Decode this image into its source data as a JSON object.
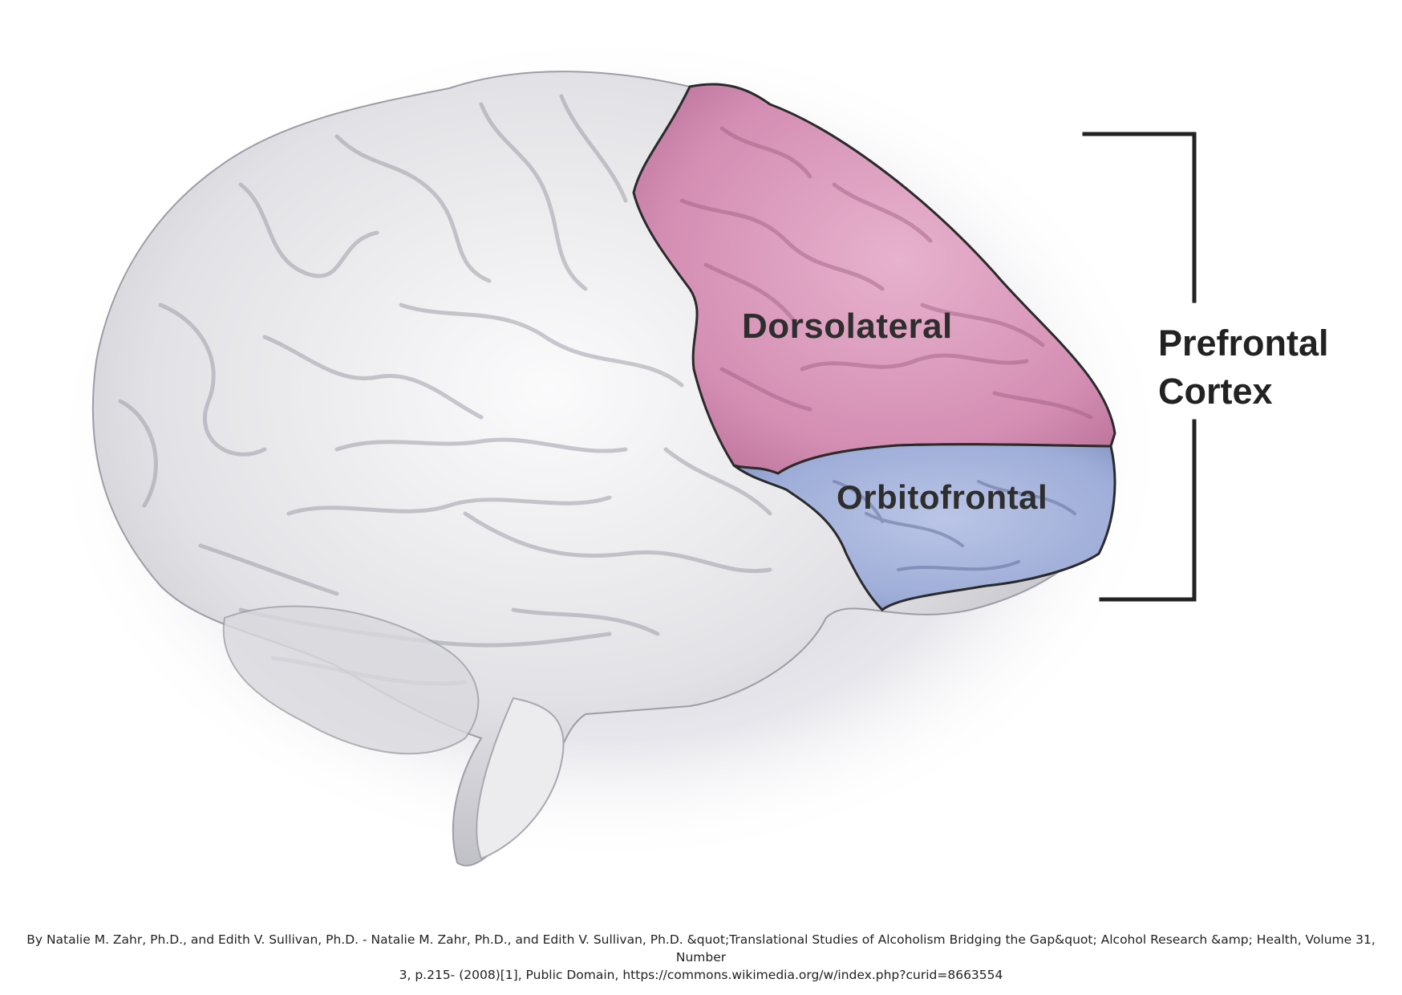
{
  "diagram": {
    "region_labels": {
      "dorsolateral": "Dorsolateral",
      "orbitofrontal": "Orbitofrontal"
    },
    "bracket_label": {
      "line1": "Prefrontal",
      "line2": "Cortex"
    },
    "colors": {
      "dorsolateral": "#d996b9",
      "orbitofrontal": "#a4b2da",
      "brain": "#e6e6e9",
      "outline": "#2a2a2a"
    }
  },
  "caption": {
    "line1": "By Natalie M. Zahr, Ph.D., and Edith V. Sullivan, Ph.D. - Natalie M. Zahr, Ph.D., and Edith V. Sullivan, Ph.D. &quot;Translational Studies of Alcoholism Bridging the Gap&quot; Alcohol Research &amp; Health, Volume 31, Number",
    "line2": "3, p.215- (2008)[1], Public Domain, https://commons.wikimedia.org/w/index.php?curid=8663554"
  }
}
